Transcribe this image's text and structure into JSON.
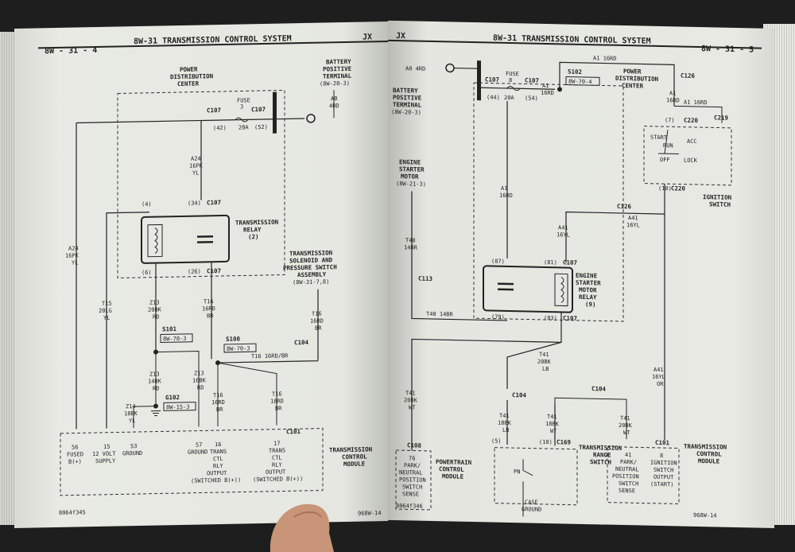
{
  "left": {
    "page_no": "8W - 31 - 4",
    "title": "8W-31 TRANSMISSION CONTROL SYSTEM",
    "model": "JX",
    "battery_terminal": [
      "BATTERY",
      "POSITIVE",
      "TERMINAL",
      "(8W-20-3)"
    ],
    "pdc": [
      "POWER",
      "DISTRIBUTION",
      "CENTER"
    ],
    "fuse": [
      "FUSE",
      "3",
      "20A"
    ],
    "c107": "C107",
    "pin42": "(42)",
    "pin52": "(52)",
    "a0": [
      "A0",
      "4RD"
    ],
    "a24": [
      "A24",
      "16PK",
      "YL"
    ],
    "pin4": "(4)",
    "pin34": "(34)",
    "pin6": "(6)",
    "pin26": "(26)",
    "relay": [
      "TRANSMISSION",
      "RELAY",
      "(2)"
    ],
    "solenoid": [
      "TRANSMISSION",
      "SOLENOID AND",
      "PRESSURE SWITCH",
      "ASSEMBLY",
      "(8W-31-7,8)"
    ],
    "a24_left": [
      "A24",
      "16PK",
      "YL"
    ],
    "t15": [
      "T15",
      "20LG",
      "YL"
    ],
    "z13_top": [
      "Z13",
      "20BK",
      "RD"
    ],
    "t16_mid": [
      "T16",
      "16RD",
      "BR"
    ],
    "t16_right": [
      "T16",
      "16RD",
      "BR"
    ],
    "s101": "S101",
    "s101_ref": "8W-70-3",
    "s100": "S100",
    "s100_ref": "8W-70-3",
    "c104": "C104",
    "t16_run": "T16 16RD/BR",
    "z13_a": [
      "Z13",
      "14BK",
      "RD"
    ],
    "z13_b": [
      "Z13",
      "16BK",
      "RD"
    ],
    "g102": "G102",
    "g102_ref": "8W-15-3",
    "z14": [
      "Z14",
      "18BK",
      "YL"
    ],
    "t16_a": [
      "T16",
      "16RD",
      "BR"
    ],
    "t16_b": [
      "T16",
      "18RD",
      "BR"
    ],
    "c101": "C101",
    "pins": [
      [
        "56",
        "FUSED",
        "B(+)"
      ],
      [
        "15",
        "12 VOLT",
        "SUPPLY"
      ],
      [
        "53",
        "GROUND"
      ],
      [
        "57",
        "GROUND"
      ],
      [
        "16",
        "TRANS",
        "CTL",
        "RLY",
        "OUTPUT",
        "(SWITCHED B(+))"
      ],
      [
        "17",
        "TRANS",
        "CTL",
        "RLY",
        "OUTPUT",
        "(SWITCHED B(+))"
      ]
    ],
    "tcm": [
      "TRANSMISSION",
      "CONTROL",
      "MODULE"
    ],
    "footer": "8064f345",
    "footer2": "968W-14"
  },
  "right": {
    "model": "JX",
    "title": "8W-31 TRANSMISSION CONTROL SYSTEM",
    "page_no": "8W - 31 - 5",
    "a0": "A0  4RD",
    "battery_terminal": [
      "BATTERY",
      "POSITIVE",
      "TERMINAL",
      "(8W-20-3)"
    ],
    "fuse": [
      "FUSE",
      "8",
      "20A"
    ],
    "c107": "C107",
    "pin44": "(44)",
    "pin54": "(54)",
    "a1_top": "A1 16RD",
    "a1_short": [
      "A1",
      "16RD"
    ],
    "s102": "S102",
    "s102_ref": "8W-70-4",
    "pdc": [
      "POWER",
      "DISTRIBUTION",
      "CENTER"
    ],
    "c126": "C126",
    "a1_right": [
      "A1",
      "16RD"
    ],
    "a1_ign": "A1 16RD",
    "pin7": "(7)",
    "c220": "C220",
    "c219": "C219",
    "ign_positions": [
      "START",
      "RUN",
      "ACC",
      "OFF",
      "LOCK"
    ],
    "pin10": "(10)",
    "ign_switch": [
      "IGNITION",
      "SWITCH"
    ],
    "starter_motor": [
      "ENGINE",
      "STARTER",
      "MOTOR",
      "(8W-21-3)"
    ],
    "a1_mid": [
      "A1",
      "16RD"
    ],
    "c126_b": "C126",
    "a41_a": [
      "A41",
      "16YL"
    ],
    "a41_b": [
      "A41",
      "16YL"
    ],
    "pin87": "(87)",
    "pin81": "(81)",
    "pin79": "(79)",
    "pin83": "(83)",
    "t40": [
      "T40",
      "14BR"
    ],
    "c113": "C113",
    "starter_relay": [
      "ENGINE",
      "STARTER",
      "MOTOR",
      "RELAY",
      "(9)"
    ],
    "t40_run": "T40 14BR",
    "t41_a": [
      "T41",
      "20BK",
      "LB"
    ],
    "a41_c": [
      "A41",
      "16YL",
      "OR"
    ],
    "c104": "C104",
    "c104_b": "C104",
    "t41_b": [
      "T41",
      "20BK",
      "WT"
    ],
    "t41_c": [
      "T41",
      "18BK",
      "LB"
    ],
    "t41_d": [
      "T41",
      "18BK",
      "WT"
    ],
    "t41_e": [
      "T41",
      "20BK",
      "WT"
    ],
    "pin5": "(5)",
    "pin10b": "(10)",
    "c169": "C169",
    "trs": [
      "TRANSMISSION",
      "RANGE",
      "SWITCH"
    ],
    "pn": "PN",
    "c101": "C101",
    "c108": "C108",
    "pcm_pin": [
      "76",
      "PARK/",
      "NEUTRAL",
      "POSITION",
      "SWITCH",
      "SENSE"
    ],
    "pcm": [
      "POWERTRAIN",
      "CONTROL",
      "MODULE"
    ],
    "tcm_pin41": [
      "41",
      "PARK/",
      "NEUTRAL",
      "POSITION",
      "SWITCH",
      "SENSE"
    ],
    "tcm_pin8": [
      "8",
      "IGNITION",
      "SWITCH",
      "OUTPUT",
      "(START)"
    ],
    "tcm": [
      "TRANSMISSION",
      "CONTROL",
      "MODULE"
    ],
    "case_ground": [
      "CASE",
      "GROUND"
    ],
    "footer": "8064f346",
    "footer2": "968W-14"
  }
}
